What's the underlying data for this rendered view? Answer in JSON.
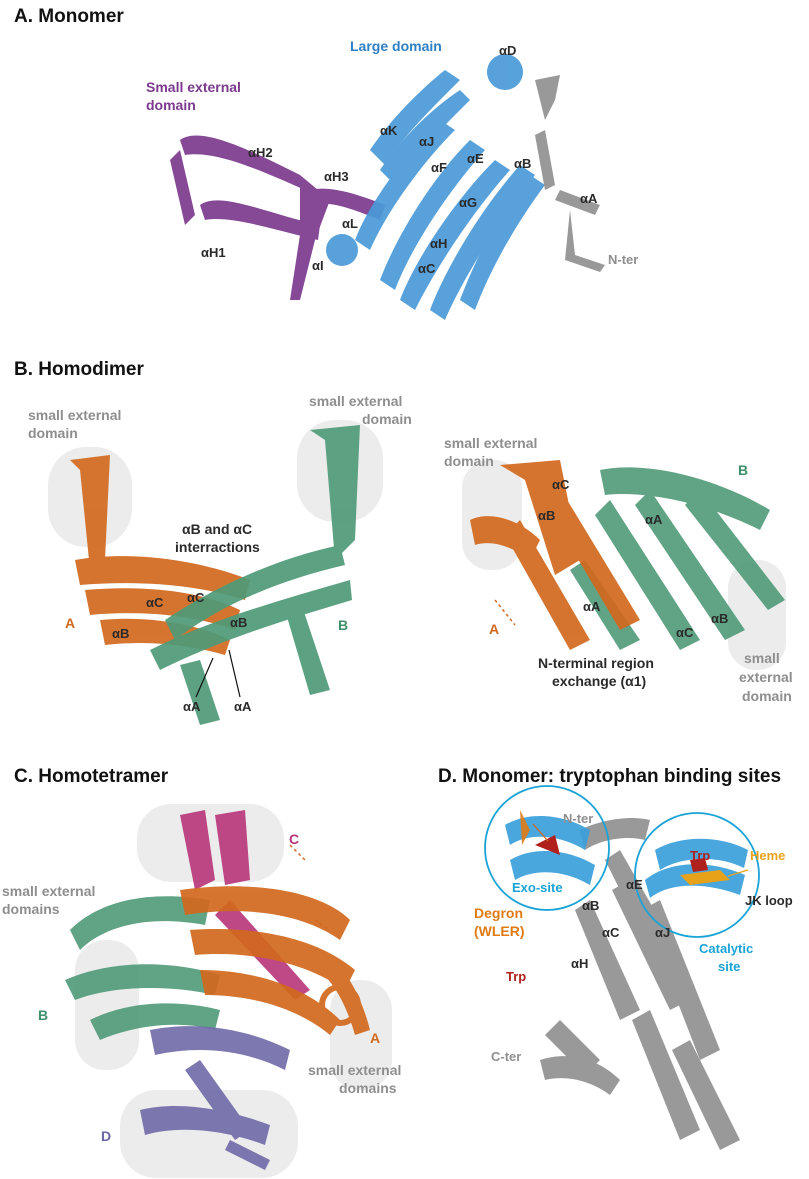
{
  "panels": {
    "a": {
      "title": "A. Monomer",
      "labels": {
        "small_external_line1": "Small external",
        "small_external_line2": "domain",
        "large_domain": "Large domain",
        "aD": "αD",
        "aK": "αK",
        "aJ": "αJ",
        "aE": "αE",
        "aF": "αF",
        "aB": "αB",
        "aH2": "αH2",
        "aH3": "αH3",
        "aL": "αL",
        "aG": "αG",
        "aA": "αA",
        "aH1": "αH1",
        "aI": "αI",
        "aH": "αH",
        "aC": "αC",
        "nter": "N-ter"
      }
    },
    "b": {
      "title": "B. Homodimer",
      "labels": {
        "small_ext_left_1": "small external",
        "small_ext_left_2": "domain",
        "small_ext_right_1": "small external",
        "small_ext_right_2": "domain",
        "interactions_1": "αB and αC",
        "interactions_2": "interractions",
        "aC_1": "αC",
        "aC_2": "αC",
        "aB_1": "αB",
        "aB_2": "αB",
        "chain_a": "A",
        "chain_b": "B",
        "aA_1": "αA",
        "aA_2": "αA",
        "r_small_ext_1": "small external",
        "r_small_ext_2": "domain",
        "r_aC": "αC",
        "r_aB": "αB",
        "r_aA_top": "αA",
        "r_chain_b": "B",
        "r_chain_a": "A",
        "r_aA_bottom": "αA",
        "r_aC_bottom": "αC",
        "r_aB_bottom": "αB",
        "r_small_ext_b1": "small",
        "r_small_ext_b2": "external",
        "r_small_ext_b3": "domain",
        "nterm_1": "N-terminal region",
        "nterm_2": "exchange (α1)"
      }
    },
    "c": {
      "title": "C. Homotetramer",
      "labels": {
        "small_ext_1": "small external",
        "small_ext_2": "domains",
        "chain_c": "C",
        "chain_b": "B",
        "chain_a": "A",
        "chain_d": "D",
        "small_ext_b1": "small external",
        "small_ext_b2": "domains"
      }
    },
    "d": {
      "title": "D. Monomer: tryptophan binding sites",
      "labels": {
        "nter": "N-ter",
        "trp_top": "Trp",
        "heme": "Heme",
        "exo_site": "Exo-site",
        "aE": "αE",
        "aB": "αB",
        "jk_loop": "JK loop",
        "degron_1": "Degron",
        "degron_2": "(WLER)",
        "aC": "αC",
        "aJ": "αJ",
        "aH": "αH",
        "trp_left": "Trp",
        "catalytic_1": "Catalytic",
        "catalytic_2": "site",
        "cter": "C-ter"
      }
    }
  },
  "colors": {
    "purple": "#7b3a8e",
    "blue": "#4a9ad8",
    "gray": "#8e8e8e",
    "orange": "#d2691e",
    "green": "#4f9a78",
    "magenta": "#b8357a",
    "slate": "#6f6aa8",
    "red": "#b0201c",
    "amber": "#e8a21a",
    "cyan": "#1aa3d6",
    "shade": "#ececec"
  }
}
